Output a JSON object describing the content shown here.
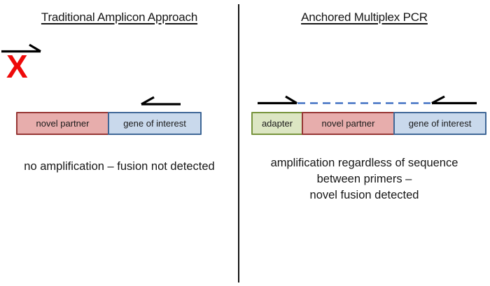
{
  "left_panel": {
    "title": "Traditional Amplicon Approach",
    "x_mark": "X",
    "boxes": [
      {
        "label": "novel partner"
      },
      {
        "label": "gene of interest"
      }
    ],
    "caption": "no amplification – fusion not detected"
  },
  "right_panel": {
    "title": "Anchored Multiplex PCR",
    "boxes": [
      {
        "label": "adapter"
      },
      {
        "label": "novel partner"
      },
      {
        "label": "gene of interest"
      }
    ],
    "caption_lines": [
      "amplification regardless of sequence",
      "between primers –",
      "novel fusion detected"
    ]
  },
  "colors": {
    "red_fill": "#e7adac",
    "red_border": "#963634",
    "blue_fill": "#c9d9ec",
    "blue_border": "#3f6797",
    "green_fill": "#dce6c3",
    "green_border": "#77933c",
    "dashed_line_blue": "#4472c4",
    "x_mark_red": "#ee0a0a",
    "arrow_black": "#000000"
  }
}
